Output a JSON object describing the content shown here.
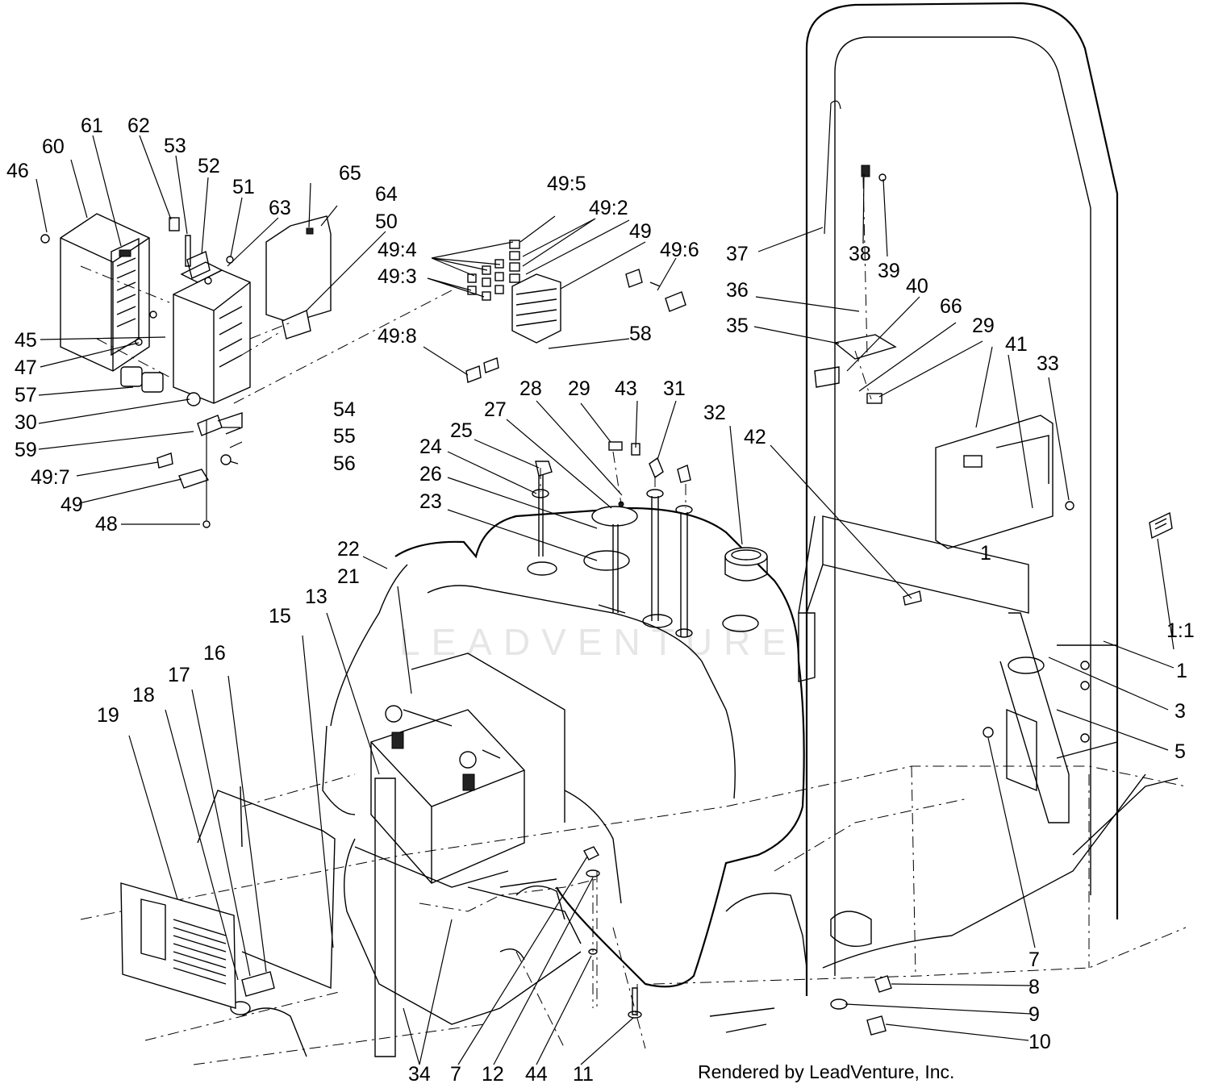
{
  "watermark": "LEADVENTURE",
  "credit": "Rendered by LeadVenture, Inc.",
  "callouts": [
    {
      "id": "46",
      "label": "46"
    },
    {
      "id": "60",
      "label": "60"
    },
    {
      "id": "61",
      "label": "61"
    },
    {
      "id": "62",
      "label": "62"
    },
    {
      "id": "53",
      "label": "53"
    },
    {
      "id": "52",
      "label": "52"
    },
    {
      "id": "51",
      "label": "51"
    },
    {
      "id": "63",
      "label": "63"
    },
    {
      "id": "65",
      "label": "65"
    },
    {
      "id": "64",
      "label": "64"
    },
    {
      "id": "50",
      "label": "50"
    },
    {
      "id": "45",
      "label": "45"
    },
    {
      "id": "47",
      "label": "47"
    },
    {
      "id": "57",
      "label": "57"
    },
    {
      "id": "30",
      "label": "30"
    },
    {
      "id": "59",
      "label": "59"
    },
    {
      "id": "54",
      "label": "54"
    },
    {
      "id": "55",
      "label": "55"
    },
    {
      "id": "49-7",
      "label": "49:7"
    },
    {
      "id": "56",
      "label": "56"
    },
    {
      "id": "49-a",
      "label": "49"
    },
    {
      "id": "48",
      "label": "48"
    },
    {
      "id": "49-5",
      "label": "49:5"
    },
    {
      "id": "49-2",
      "label": "49:2"
    },
    {
      "id": "49-4",
      "label": "49:4"
    },
    {
      "id": "49-b",
      "label": "49"
    },
    {
      "id": "49-6",
      "label": "49:6"
    },
    {
      "id": "49-3",
      "label": "49:3"
    },
    {
      "id": "49-8",
      "label": "49:8"
    },
    {
      "id": "58",
      "label": "58"
    },
    {
      "id": "28",
      "label": "28"
    },
    {
      "id": "27",
      "label": "27"
    },
    {
      "id": "29-a",
      "label": "29"
    },
    {
      "id": "43",
      "label": "43"
    },
    {
      "id": "31",
      "label": "31"
    },
    {
      "id": "25",
      "label": "25"
    },
    {
      "id": "24",
      "label": "24"
    },
    {
      "id": "26",
      "label": "26"
    },
    {
      "id": "23",
      "label": "23"
    },
    {
      "id": "32",
      "label": "32"
    },
    {
      "id": "42",
      "label": "42"
    },
    {
      "id": "22",
      "label": "22"
    },
    {
      "id": "21",
      "label": "21"
    },
    {
      "id": "13",
      "label": "13"
    },
    {
      "id": "15",
      "label": "15"
    },
    {
      "id": "16",
      "label": "16"
    },
    {
      "id": "17",
      "label": "17"
    },
    {
      "id": "18",
      "label": "18"
    },
    {
      "id": "19",
      "label": "19"
    },
    {
      "id": "37",
      "label": "37"
    },
    {
      "id": "38",
      "label": "38"
    },
    {
      "id": "39",
      "label": "39"
    },
    {
      "id": "36",
      "label": "36"
    },
    {
      "id": "40",
      "label": "40"
    },
    {
      "id": "66",
      "label": "66"
    },
    {
      "id": "35",
      "label": "35"
    },
    {
      "id": "29-b",
      "label": "29"
    },
    {
      "id": "41",
      "label": "41"
    },
    {
      "id": "33",
      "label": "33"
    },
    {
      "id": "1-a",
      "label": "1"
    },
    {
      "id": "1-1",
      "label": "1:1"
    },
    {
      "id": "1-b",
      "label": "1"
    },
    {
      "id": "3",
      "label": "3"
    },
    {
      "id": "5",
      "label": "5"
    },
    {
      "id": "7-a",
      "label": "7"
    },
    {
      "id": "8",
      "label": "8"
    },
    {
      "id": "9",
      "label": "9"
    },
    {
      "id": "10",
      "label": "10"
    },
    {
      "id": "34",
      "label": "34"
    },
    {
      "id": "7-b",
      "label": "7"
    },
    {
      "id": "12",
      "label": "12"
    },
    {
      "id": "44",
      "label": "44"
    },
    {
      "id": "11",
      "label": "11"
    }
  ]
}
